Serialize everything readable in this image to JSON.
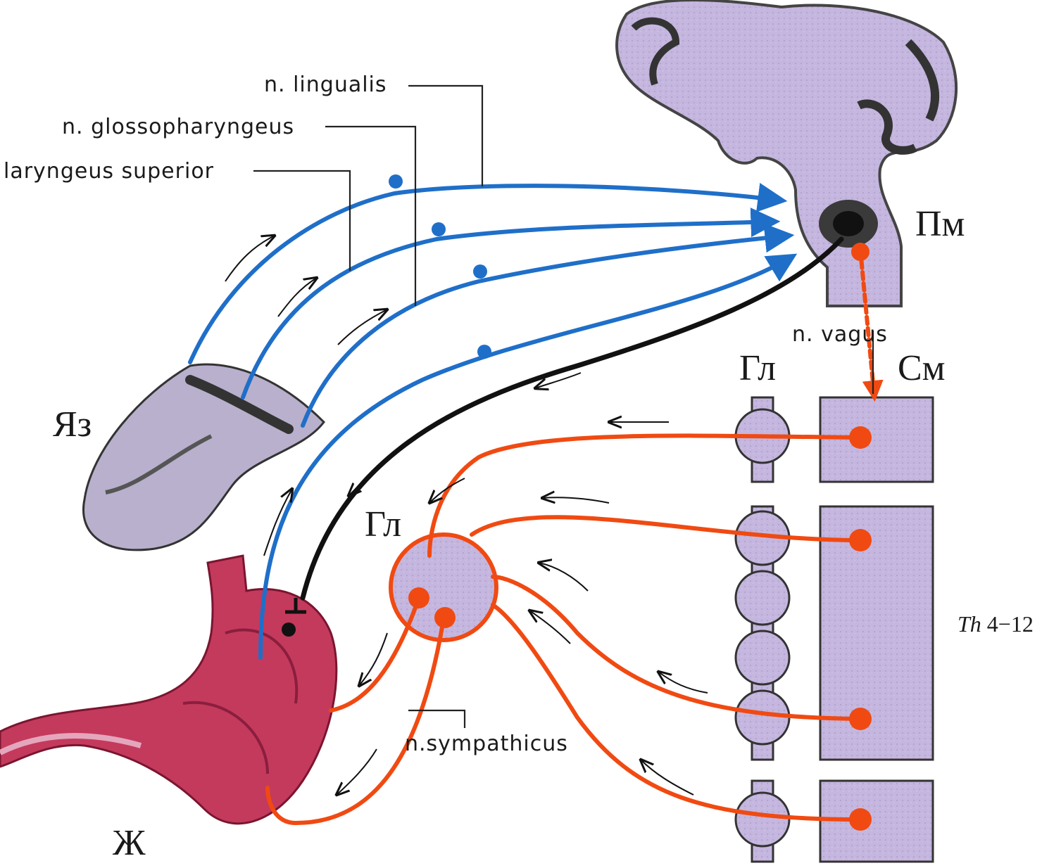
{
  "labels": {
    "n_lingualis": "n. lingualis",
    "n_glossopharyngeus": "n. glossopharyngeus",
    "laryngeus_superior": "laryngeus superior",
    "n_vagus": "n. vagus",
    "n_sympathicus": "n.sympathicus",
    "pm": "Пм",
    "cm": "См",
    "gl_top": "Гл",
    "gl_mid": "Гл",
    "yaz": "Яз",
    "zh": "Ж",
    "th_italic": "Th",
    "th_range": "4−12"
  },
  "colors": {
    "afferent_blue": "#1f6fc9",
    "sympathetic_red": "#f04a12",
    "vagus_black": "#111111",
    "tissue_purple": "#c2b3dd",
    "stomach_red": "#c43a5c"
  },
  "icons": {
    "tongue": "tongue-illustration",
    "stomach": "stomach-illustration",
    "brain": "brain-section-illustration",
    "spinal_cord": "spinal-cord-segments",
    "ganglion": "sympathetic-ganglion"
  }
}
